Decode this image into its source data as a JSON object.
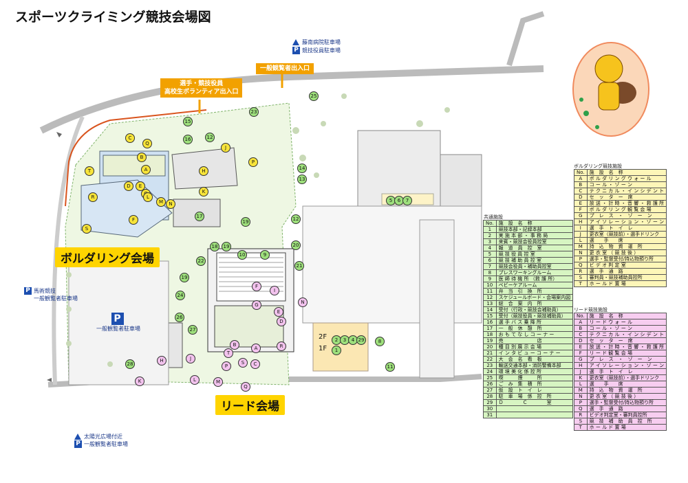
{
  "title": "スポーツクライミング競技会場図",
  "venues": {
    "bouldering": "ボルダリング会場",
    "lead": "リード会場"
  },
  "entrances": {
    "athletes": "選手・競技役員\n高校生ボランティア出入口",
    "general": "一般観覧者出入口"
  },
  "parking": {
    "hospital": "藤南病院駐車場",
    "competition": "競技役員駐車場",
    "general_left_label": "一般観覧者駐車場",
    "left_top_a": "馬術競技",
    "left_top_b": "一般観覧者駐車場",
    "bottom_a": "太陽光広場付近",
    "bottom_b": "一般観覧者駐車場",
    "p": "P"
  },
  "floors": {
    "f2": "2F",
    "f1": "1F"
  },
  "map_markers": [
    {
      "t": "15",
      "c": "g"
    },
    {
      "t": "16",
      "c": "g"
    },
    {
      "t": "12",
      "c": "g"
    },
    {
      "t": "J",
      "c": "y"
    },
    {
      "t": "23",
      "c": "g"
    },
    {
      "t": "C",
      "c": "y"
    },
    {
      "t": "Q",
      "c": "y"
    },
    {
      "t": "A",
      "c": "y"
    },
    {
      "t": "H",
      "c": "y"
    },
    {
      "t": "P",
      "c": "y"
    },
    {
      "t": "T",
      "c": "y"
    },
    {
      "t": "B",
      "c": "y"
    },
    {
      "t": "D",
      "c": "y"
    },
    {
      "t": "E",
      "c": "y"
    },
    {
      "t": "G",
      "c": "y"
    },
    {
      "t": "K",
      "c": "y"
    },
    {
      "t": "L",
      "c": "y"
    },
    {
      "t": "M",
      "c": "y"
    },
    {
      "t": "N",
      "c": "y"
    },
    {
      "t": "R",
      "c": "y"
    },
    {
      "t": "S",
      "c": "y"
    },
    {
      "t": "F",
      "c": "y"
    },
    {
      "t": "17",
      "c": "g"
    },
    {
      "t": "19",
      "c": "g"
    },
    {
      "t": "12",
      "c": "g"
    },
    {
      "t": "14",
      "c": "g"
    },
    {
      "t": "13",
      "c": "g"
    },
    {
      "t": "25",
      "c": "g"
    },
    {
      "t": "5",
      "c": "g"
    },
    {
      "t": "6",
      "c": "g"
    },
    {
      "t": "7",
      "c": "g"
    },
    {
      "t": "18",
      "c": "g"
    },
    {
      "t": "19",
      "c": "g"
    },
    {
      "t": "10",
      "c": "g"
    },
    {
      "t": "9",
      "c": "g"
    },
    {
      "t": "20",
      "c": "g"
    },
    {
      "t": "21",
      "c": "g"
    },
    {
      "t": "22",
      "c": "g"
    },
    {
      "t": "19",
      "c": "g"
    },
    {
      "t": "24",
      "c": "g"
    },
    {
      "t": "26",
      "c": "g"
    },
    {
      "t": "27",
      "c": "g"
    },
    {
      "t": "28",
      "c": "g"
    },
    {
      "t": "2",
      "c": "g"
    },
    {
      "t": "3",
      "c": "g"
    },
    {
      "t": "4",
      "c": "g"
    },
    {
      "t": "29",
      "c": "g"
    },
    {
      "t": "1",
      "c": "g"
    },
    {
      "t": "8",
      "c": "g"
    },
    {
      "t": "11",
      "c": "g"
    },
    {
      "t": "F",
      "c": "p"
    },
    {
      "t": "G",
      "c": "p"
    },
    {
      "t": "E",
      "c": "p"
    },
    {
      "t": "D",
      "c": "p"
    },
    {
      "t": "N",
      "c": "p"
    },
    {
      "t": "I",
      "c": "p"
    },
    {
      "t": "A",
      "c": "p"
    },
    {
      "t": "B",
      "c": "p"
    },
    {
      "t": "R",
      "c": "p"
    },
    {
      "t": "T",
      "c": "p"
    },
    {
      "t": "S",
      "c": "p"
    },
    {
      "t": "C",
      "c": "p"
    },
    {
      "t": "J",
      "c": "p"
    },
    {
      "t": "H",
      "c": "p"
    },
    {
      "t": "K",
      "c": "p"
    },
    {
      "t": "L",
      "c": "p"
    },
    {
      "t": "M",
      "c": "p"
    },
    {
      "t": "P",
      "c": "p"
    },
    {
      "t": "Q",
      "c": "p"
    }
  ],
  "legend_common": {
    "title": "共通施設",
    "header": [
      "No.",
      "施　設　名　称"
    ],
    "rows": [
      [
        "1",
        "競技本部・記録本部"
      ],
      [
        "2",
        "実 施 本 部 ・ 事 務 局"
      ],
      [
        "3",
        "来賓・競技会役員控室"
      ],
      [
        "4",
        "報　道　員　控　室"
      ],
      [
        "5",
        "競 技 役 員 控 室"
      ],
      [
        "6",
        "競 技 補 助 員 控 室"
      ],
      [
        "7",
        "競技会役員・補助員控室"
      ],
      [
        "8",
        "プレスワーキングルーム"
      ],
      [
        "9",
        "医 師 待 機 所 （救 護 所）"
      ],
      [
        "10",
        "ベビーケアルーム"
      ],
      [
        "11",
        "弁　当　引　換　所"
      ],
      [
        "12",
        "スケジュールボード・会場案内図"
      ],
      [
        "13",
        "総　合　案　内　所"
      ],
      [
        "14",
        "受付（行政・競技会補助員）"
      ],
      [
        "15",
        "受付（競技役員・競技補助員）"
      ],
      [
        "16",
        "選 手 バ ス 乗 降 所"
      ],
      [
        "17",
        "一　般　休　憩　所"
      ],
      [
        "18",
        "お も て な し コ ー ナ ー"
      ],
      [
        "19",
        "売　　　　　　　店"
      ],
      [
        "20",
        "種 目 別 展 示 会 場"
      ],
      [
        "21",
        "イ ン タ ビ ュ ー コ ー ナ ー"
      ],
      [
        "22",
        "大　会　名　看　板"
      ],
      [
        "23",
        "輸送交通本部・消防警備本部"
      ],
      [
        "24",
        "環 境 美 化 係 控 所"
      ],
      [
        "25",
        "喫　　　煙　　　所"
      ],
      [
        "26",
        "ご　み　集　積　所"
      ],
      [
        "27",
        "仮　設　ト　イ　レ"
      ],
      [
        "28",
        "駐　車　場　係　控　所"
      ],
      [
        "29",
        "Ｄ　　　　Ｃ　　　　室"
      ],
      [
        "30",
        ""
      ],
      [
        "31",
        ""
      ]
    ]
  },
  "legend_bouldering": {
    "title": "ボルダリング競技施設",
    "header": [
      "No.",
      "施　設　名　称"
    ],
    "rows": [
      [
        "A",
        "ボ ル ダ リ ン グ ウ ォ ー ル"
      ],
      [
        "B",
        "コ ー ル ・ ゾ ー ン"
      ],
      [
        "C",
        "テ ク ニ カ ル ・ イ ン シ デ ン ト"
      ],
      [
        "D",
        "セ　ッ　タ　ー　席"
      ],
      [
        "E",
        "放 送 ・ 計 時 ・ 音 響 ・ 救 護 所"
      ],
      [
        "F",
        "ボ ル ダ リ ン グ 観 覧 会 場"
      ],
      [
        "G",
        "プ　レ　ス　・　ゾ　ー　ン"
      ],
      [
        "H",
        "ア イ ソ レ ー シ ョ ン ・ ゾ ー ン"
      ],
      [
        "I",
        "選　手　ト　イ　レ"
      ],
      [
        "J",
        "更衣室（競技前）・選手ドリンク"
      ],
      [
        "L",
        "選　　手　　席"
      ],
      [
        "M",
        "持　込　物　資　運　所"
      ],
      [
        "N",
        "更 衣 室 （ 競 技 後 ）"
      ],
      [
        "P",
        "選手・監督受付/持込物預り所"
      ],
      [
        "Q",
        "ビ デ オ 判 定 室"
      ],
      [
        "R",
        "選　手　通　路"
      ],
      [
        "S",
        "審判員・競技補助員控所"
      ],
      [
        "T",
        "ホ ー ル ド 置 場"
      ]
    ]
  },
  "legend_lead": {
    "title": "リード競技施設",
    "header": [
      "No.",
      "施　設　名　称"
    ],
    "rows": [
      [
        "A",
        "リ ー ド ウ ォ ー ル"
      ],
      [
        "B",
        "コ ー ル ・ ゾ ー ン"
      ],
      [
        "C",
        "テ ク ニ カ ル ・ イ ン シ デ ン ト"
      ],
      [
        "D",
        "セ　ッ　タ　ー　席"
      ],
      [
        "E",
        "放 送 ・ 計 時 ・ 音 響 ・ 救 護 所"
      ],
      [
        "F",
        "リ ー ド 観 覧 会 場"
      ],
      [
        "G",
        "プ　レ　ス　・　ゾ　ー　ン"
      ],
      [
        "H",
        "ア イ ソ レ ー シ ョ ン ・ ゾ ー ン"
      ],
      [
        "J",
        "選　手　ト　イ　レ"
      ],
      [
        "K",
        "更衣室（競技前）・選手ドリンク"
      ],
      [
        "L",
        "選　　手　　席"
      ],
      [
        "M",
        "持　込　物　資　運　所"
      ],
      [
        "N",
        "更 衣 室 （ 競 技 後 ）"
      ],
      [
        "P",
        "選手・監督受付/持込物預り所"
      ],
      [
        "Q",
        "選　手　通　路"
      ],
      [
        "R",
        "ビデオ判定室・審判員控所"
      ],
      [
        "S",
        "競　技　補　助　員　控　所"
      ],
      [
        "T",
        "ホ ー ル ド 置 場"
      ]
    ]
  }
}
